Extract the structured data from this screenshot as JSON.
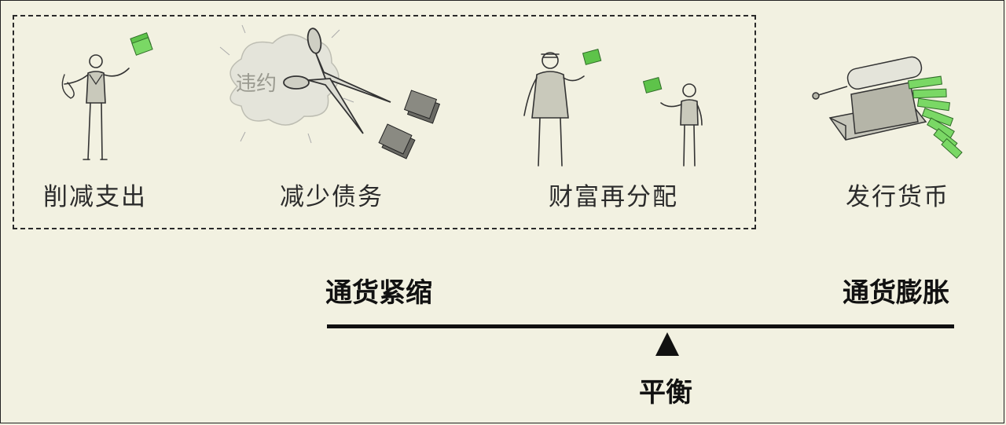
{
  "policies": [
    {
      "label": "削减支出"
    },
    {
      "label": "减少债务"
    },
    {
      "label": "财富再分配"
    },
    {
      "label": "发行货币"
    }
  ],
  "contract_stamp_text": "违约",
  "scale": {
    "left_label": "通货紧缩",
    "right_label": "通货膨胀",
    "pivot_label": "平衡"
  },
  "colors": {
    "background": "#f2f1e1",
    "money_green": "#6fcf5a",
    "ink": "#2b2b2b"
  }
}
